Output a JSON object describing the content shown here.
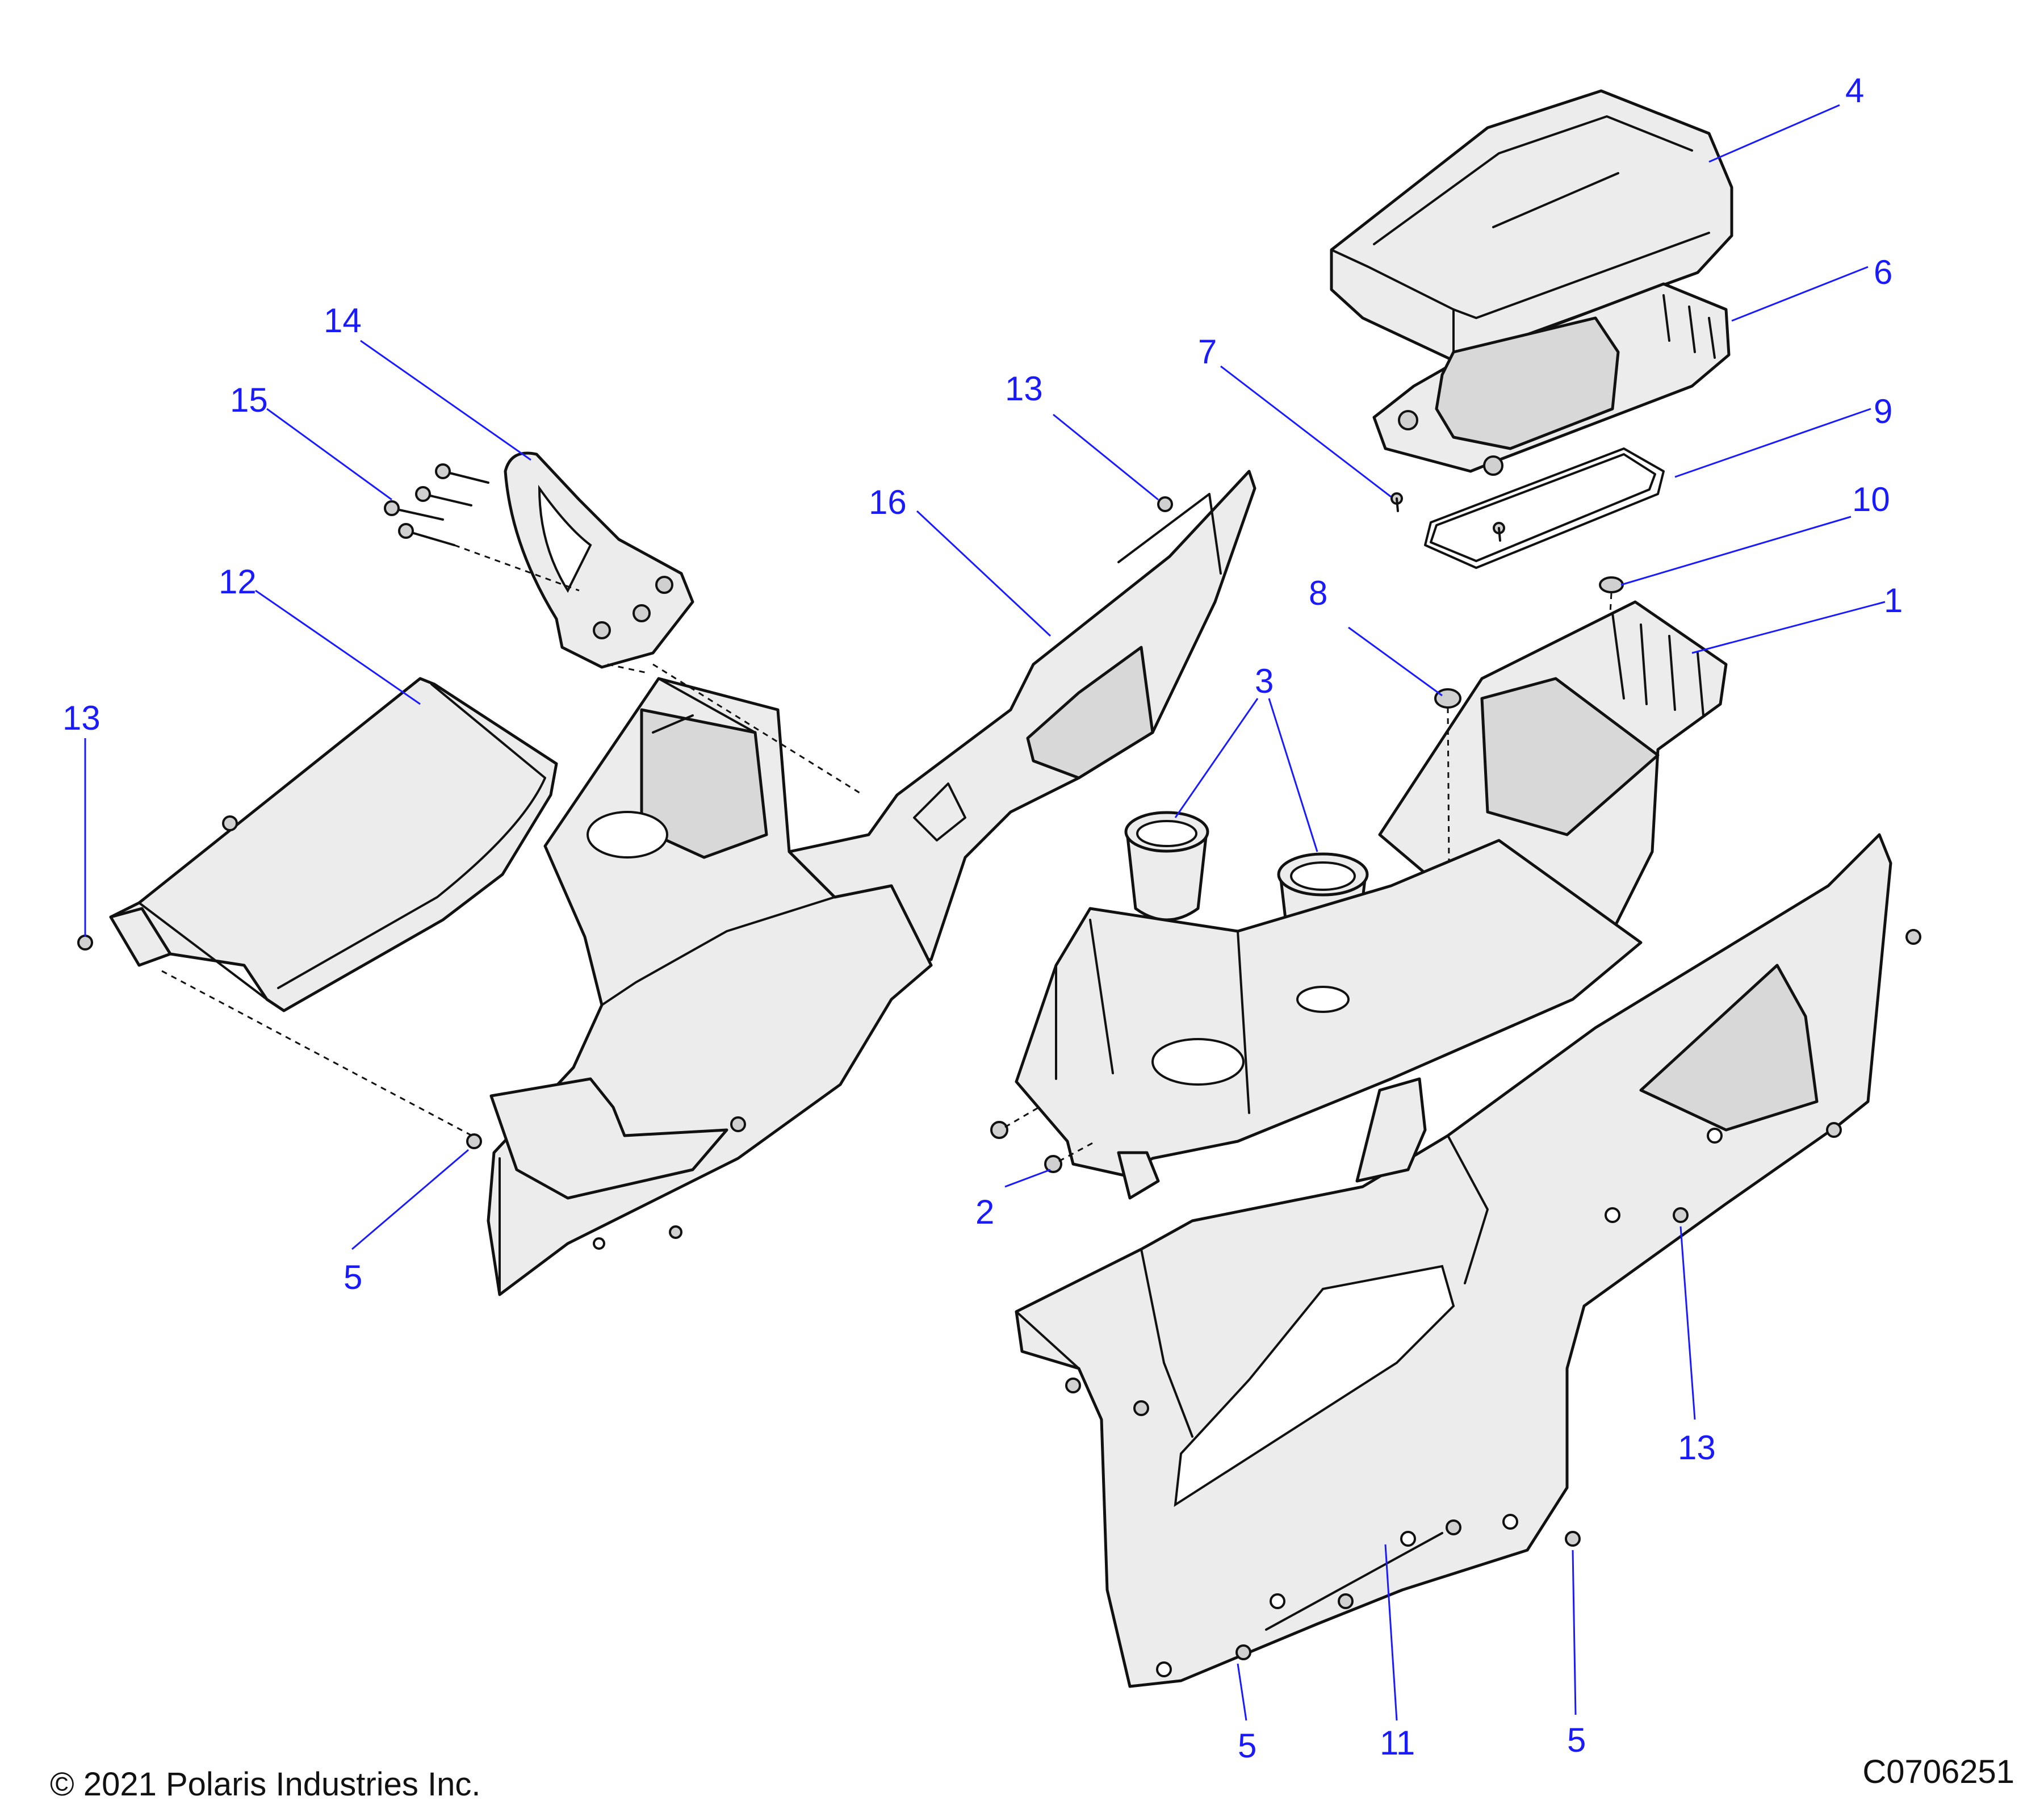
{
  "diagram": {
    "callouts": [
      {
        "id": "c4",
        "label": "4"
      },
      {
        "id": "c6",
        "label": "6"
      },
      {
        "id": "c7",
        "label": "7"
      },
      {
        "id": "c9",
        "label": "9"
      },
      {
        "id": "c10",
        "label": "10"
      },
      {
        "id": "c1",
        "label": "1"
      },
      {
        "id": "c8",
        "label": "8"
      },
      {
        "id": "c3",
        "label": "3"
      },
      {
        "id": "c13a",
        "label": "13"
      },
      {
        "id": "c16",
        "label": "16"
      },
      {
        "id": "c14",
        "label": "14"
      },
      {
        "id": "c15",
        "label": "15"
      },
      {
        "id": "c12",
        "label": "12"
      },
      {
        "id": "c13b",
        "label": "13"
      },
      {
        "id": "c2",
        "label": "2"
      },
      {
        "id": "c5a",
        "label": "5"
      },
      {
        "id": "c13c",
        "label": "13"
      },
      {
        "id": "c5b",
        "label": "5"
      },
      {
        "id": "c11",
        "label": "11"
      },
      {
        "id": "c5c",
        "label": "5"
      }
    ],
    "colors": {
      "callout": "#1a1aff",
      "line_art": "#111111",
      "part_fill": "#ececec"
    }
  },
  "footer": {
    "copyright": "© 2021 Polaris Industries Inc.",
    "drawing_number": "C0706251"
  }
}
